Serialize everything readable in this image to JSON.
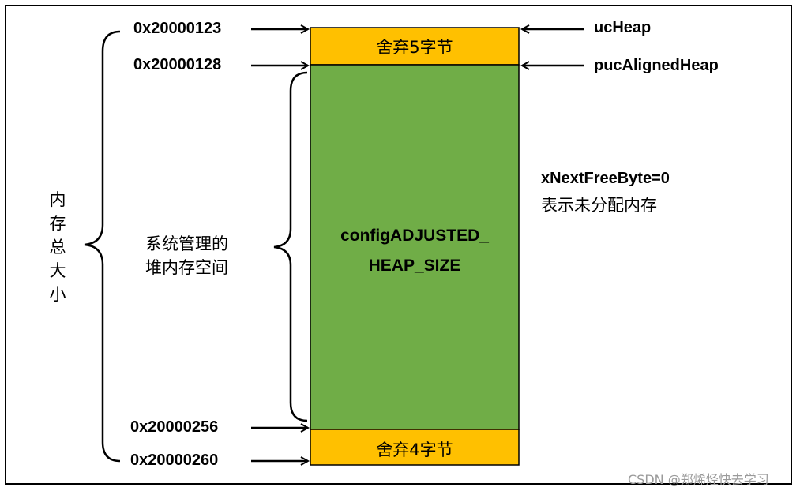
{
  "addresses": {
    "a1": "0x20000123",
    "a2": "0x20000128",
    "a3": "0x20000256",
    "a4": "0x20000260"
  },
  "pointers": {
    "ucheap": "ucHeap",
    "pucaligned": "pucAlignedHeap"
  },
  "blocks": {
    "top": "舍弃5字节",
    "main_line1": "configADJUSTED_",
    "main_line2": "HEAP_SIZE",
    "bottom": "舍弃4字节"
  },
  "notes": {
    "next_free_line1": "xNextFreeByte=0",
    "next_free_line2": "表示未分配内存",
    "managed_line1": "系统管理的",
    "managed_line2": "堆内存空间",
    "total_size": "内存总大小"
  },
  "watermark": "CSDN @郑烯烃快去学习",
  "colors": {
    "orange": "#FFC000",
    "green": "#70AD47",
    "border": "#000000"
  }
}
